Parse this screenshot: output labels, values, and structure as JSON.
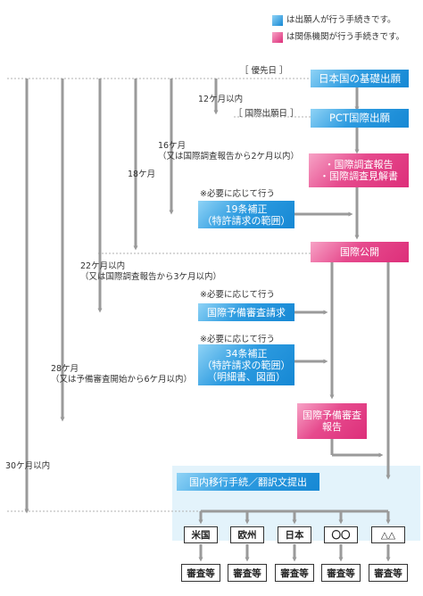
{
  "legend": {
    "applicant": "は出願人が行う手続きです。",
    "office": "は関係機関が行う手続きです。"
  },
  "boxes": {
    "basic_application": "日本国の基礎出願",
    "pct_application": "PCT国際出願",
    "isr": "・国際調査報告\n・国際調査見解書",
    "article19": "19条補正\n（特許請求の範囲）",
    "publication": "国際公開",
    "ipe_request": "国際予備審査請求",
    "article34": "34条補正\n（特許請求の範囲）\n（明細書、図面）",
    "iper": "国際予備審査\n報告",
    "national_phase": "国内移行手続／翻訳文提出"
  },
  "labels": {
    "priority_date": "［ 優先日 ］",
    "within_12": "12ケ月以内",
    "intl_filing_date": "［ 国際出願日 ］",
    "m16": "16ケ月\n（又は国際調査報告から2ケ月以内）",
    "m18": "18ケ月",
    "if_needed_1": "※必要に応じて行う",
    "m22": "22ケ月以内\n（又は国際調査報告から3ケ月以内）",
    "if_needed_2": "※必要に応じて行う",
    "if_needed_3": "※必要に応じて行う",
    "m28": "28ケ月\n（又は予備審査開始から6ケ月以内）",
    "m30": "30ケ月以内"
  },
  "countries": [
    "米国",
    "欧州",
    "日本",
    "〇〇",
    "△△"
  ],
  "exam_label": "審査等",
  "colors": {
    "applicant_blue": "#2d9be0",
    "office_pink": "#e64a8d",
    "arrow_gray": "#9a9a9a",
    "national_bg": "#e3f3fb"
  }
}
